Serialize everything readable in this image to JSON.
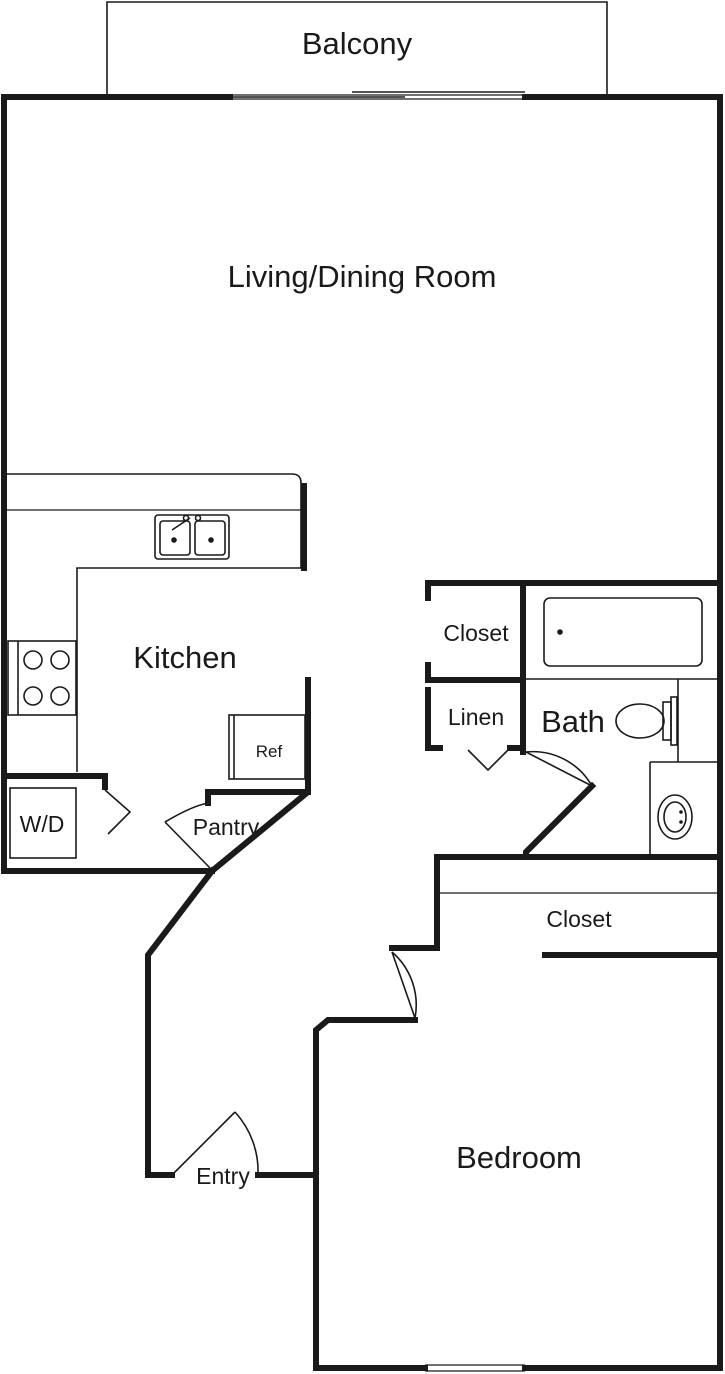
{
  "rooms": {
    "balcony": "Balcony",
    "living": "Living/Dining Room",
    "kitchen": "Kitchen",
    "closet_hall": "Closet",
    "linen": "Linen",
    "bath": "Bath",
    "ref": "Ref",
    "wd": "W/D",
    "pantry": "Pantry",
    "closet_bedroom": "Closet",
    "entry": "Entry",
    "bedroom": "Bedroom"
  },
  "colors": {
    "wall": "#1a1a1a",
    "background": "#ffffff"
  }
}
